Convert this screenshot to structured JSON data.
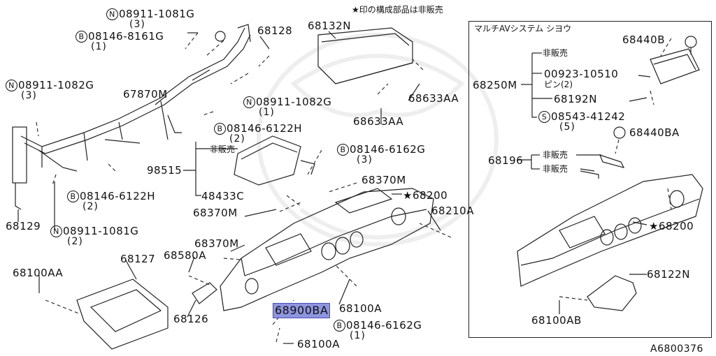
{
  "header": {
    "note": "★印の構成部品は非販売"
  },
  "inset": {
    "title": "マルチAVシステム シヨウ"
  },
  "footer": {
    "figure_id": "A6800376"
  },
  "colors": {
    "highlight": "#8e95df",
    "line": "#222222",
    "background": "#ffffff"
  },
  "parts": {
    "p_08911_1081G_top": "08911-1081G",
    "p_08911_1081G_top_qty": "(3)",
    "p_08146_8161G": "08146-8161G",
    "p_08146_8161G_qty": "(1)",
    "p_08911_1082G_left": "08911-1082G",
    "p_08911_1082G_left_qty": "(3)",
    "p_67870M": "67870M",
    "p_68128": "68128",
    "p_68132N": "68132N",
    "p_68633AA_a": "68633AA",
    "p_68633AA_b": "68633AA",
    "p_08911_1082G_mid": "08911-1082G",
    "p_08911_1082G_mid_qty": "(1)",
    "p_08146_6122H_mid": "08146-6122H",
    "p_08146_6122H_mid_qty": "(2)",
    "p_08146_6122H_left": "08146-6122H",
    "p_08146_6122H_left_qty": "(2)",
    "p_08146_6162G_mid": "08146-6162G",
    "p_08146_6162G_mid_qty": "(3)",
    "p_98515": "98515",
    "p_hihanbai_a": "非販売",
    "p_48433C": "48433C",
    "p_68370M_a": "68370M",
    "p_68370M_b": "68370M",
    "p_68370M_c": "68370M",
    "p_68200": "68200",
    "p_68210A": "68210A",
    "p_68129": "68129",
    "p_08911_1081G_bottom": "08911-1081G",
    "p_08911_1081G_bottom_qty": "(2)",
    "p_68127": "68127",
    "p_68580A": "68580A",
    "p_68100AA": "68100AA",
    "p_68126": "68126",
    "p_68900BA": "68900BA",
    "p_68100A_a": "68100A",
    "p_68100A_b": "68100A",
    "p_08146_6162G_low": "08146-6162G",
    "p_08146_6162G_low_qty": "(1)",
    "i_68440B": "68440B",
    "i_hihanbai": "非販売",
    "i_68250M": "68250M",
    "i_00923_10510": "00923-10510",
    "i_pin": "ピン(2)",
    "i_68192N": "68192N",
    "i_08543_41242": "08543-41242",
    "i_08543_41242_qty": "(5)",
    "i_68440BA": "68440BA",
    "i_68196": "68196",
    "i_hihanbai_a": "非販売",
    "i_hihanbai_b": "非販売",
    "i_68200": "68200",
    "i_68122N": "68122N",
    "i_68100AB": "68100AB"
  },
  "prefix": {
    "N": "N",
    "B": "B",
    "S": "S",
    "star": "★"
  }
}
